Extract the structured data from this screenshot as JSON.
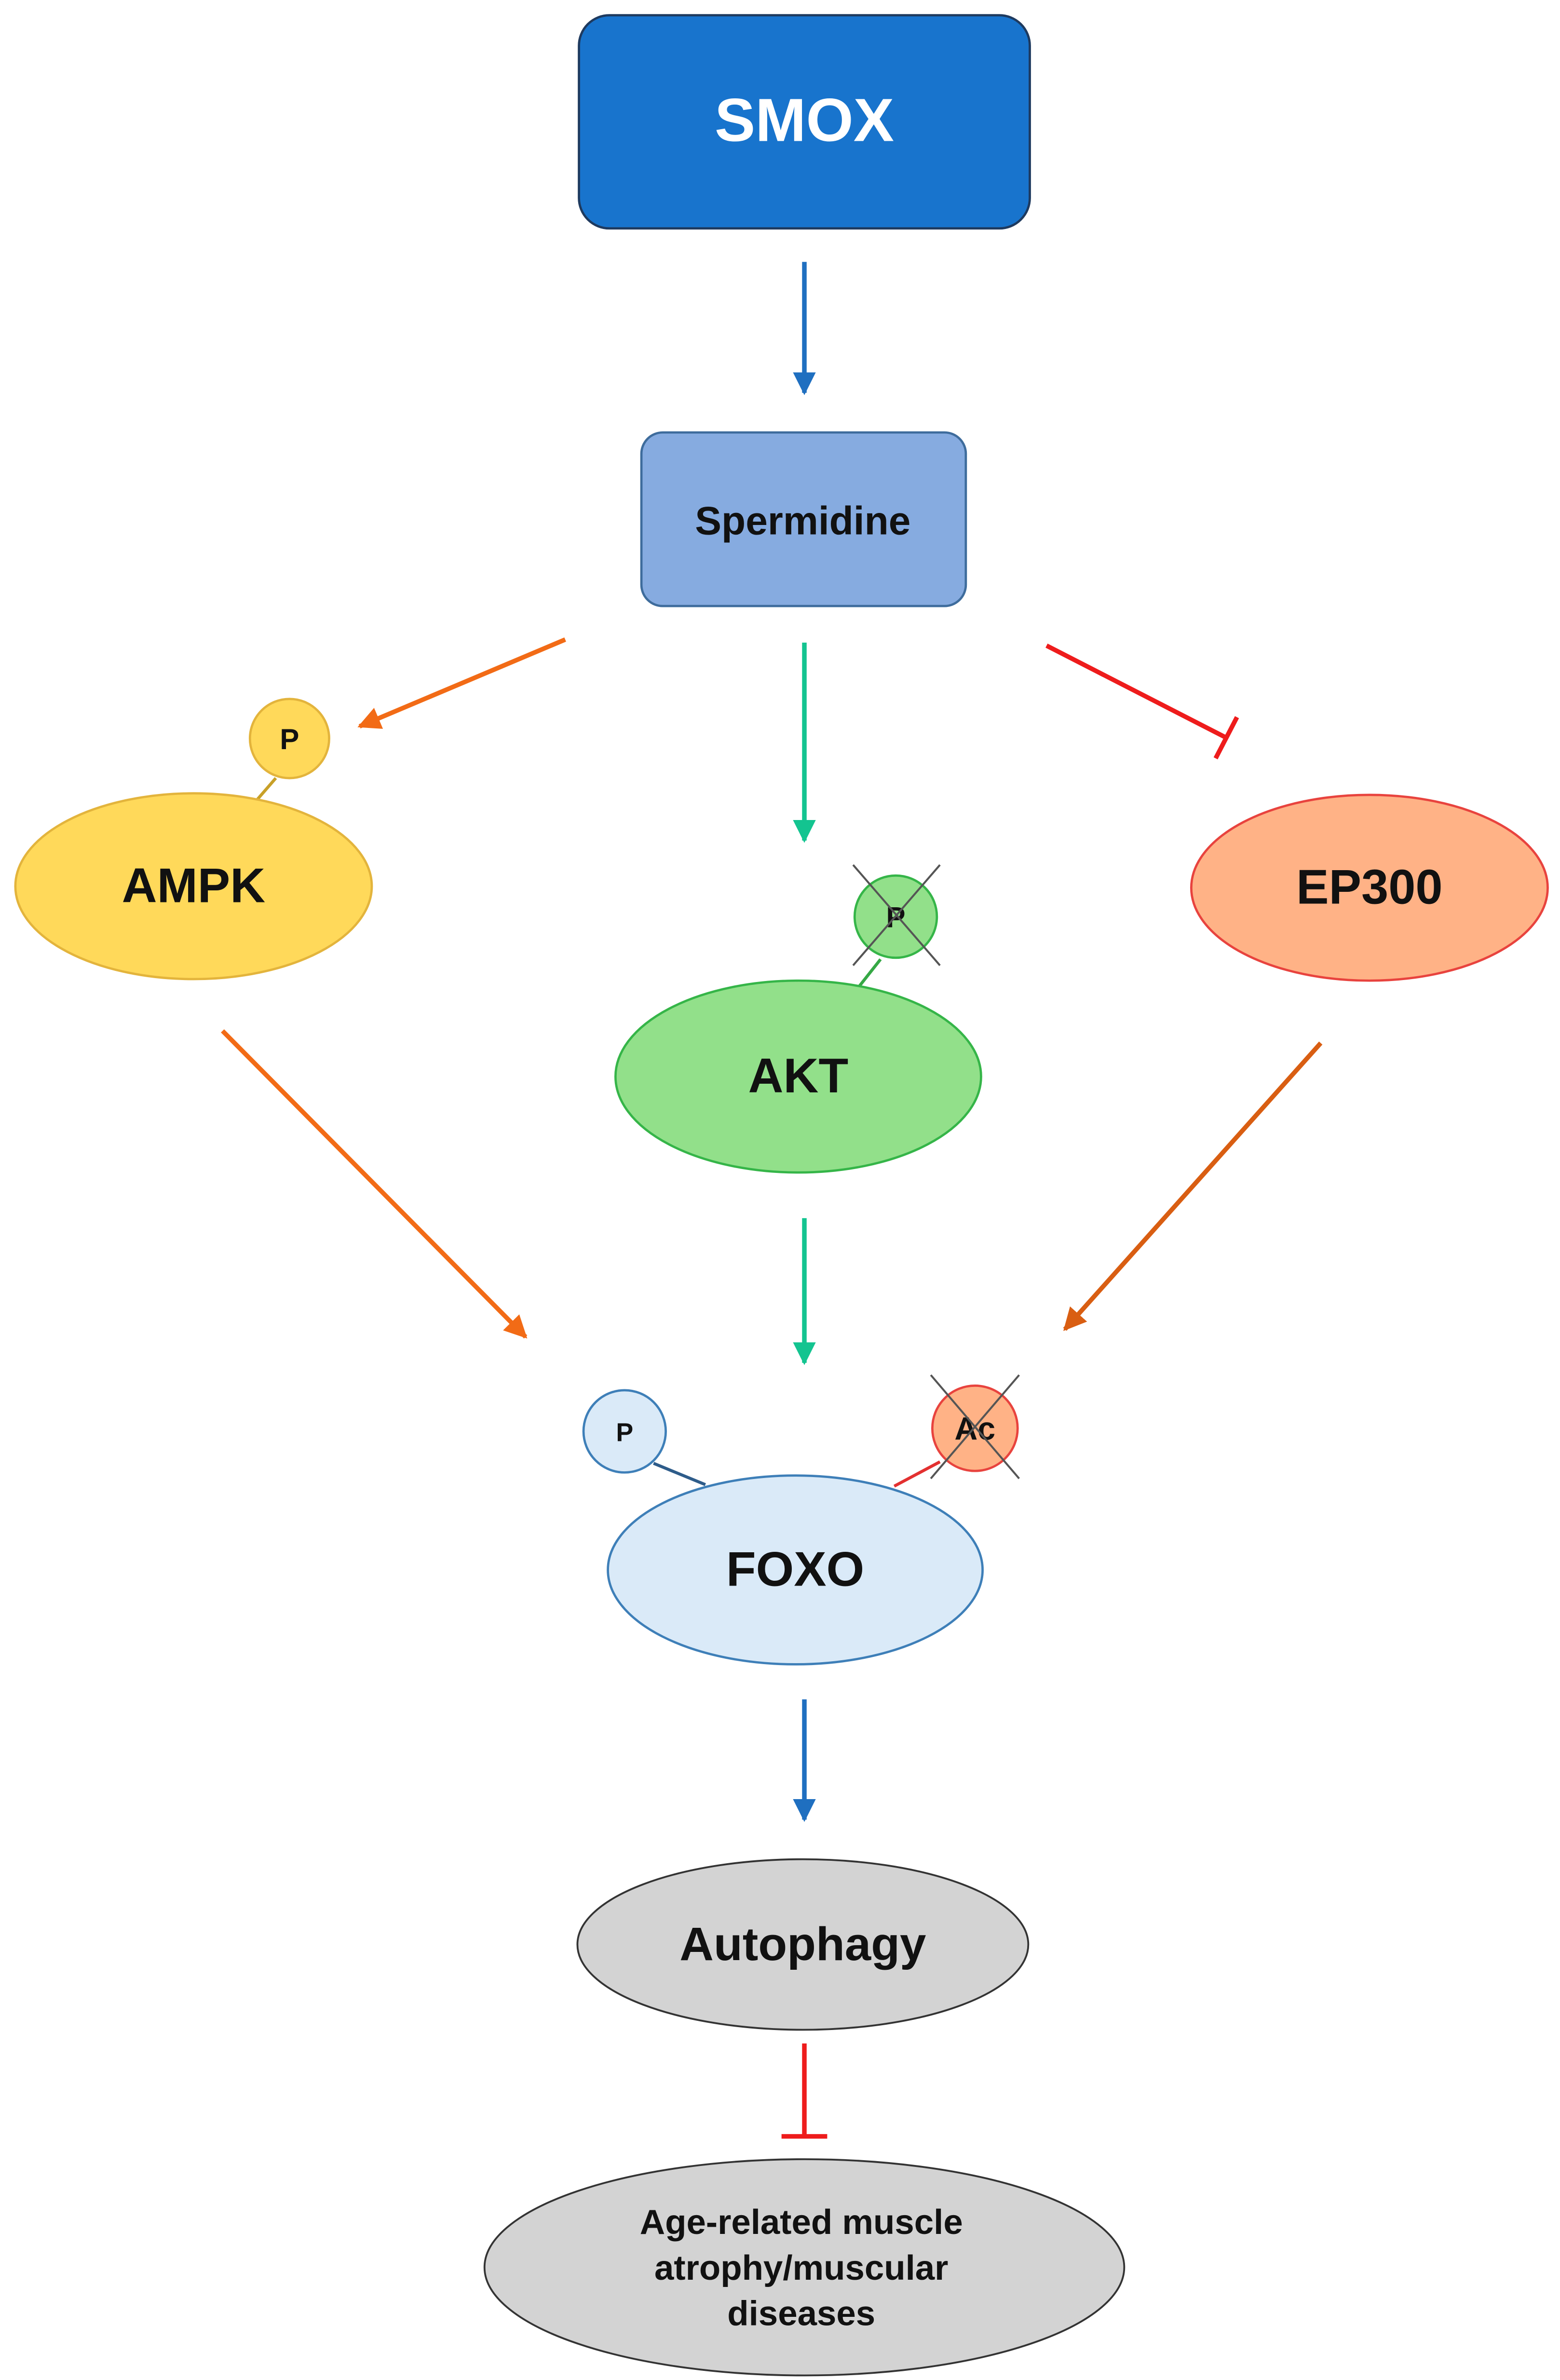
{
  "nodes": {
    "smox": {
      "label": "SMOX"
    },
    "spermidine": {
      "label": "Spermidine"
    },
    "ampk": {
      "label": "AMPK"
    },
    "akt": {
      "label": "AKT"
    },
    "ep300": {
      "label": "EP300"
    },
    "foxo": {
      "label": "FOXO"
    },
    "autophagy": {
      "label": "Autophagy"
    },
    "disease": {
      "line1": "Age-related muscle",
      "line2": "atrophy/muscular",
      "line3": "diseases"
    }
  },
  "modifications": {
    "ampk_p": {
      "label": "P"
    },
    "akt_p": {
      "label": "P"
    },
    "foxo_p": {
      "label": "P"
    },
    "foxo_ac": {
      "label": "Ac"
    }
  },
  "colors": {
    "smox_fill": "#1874CD",
    "spermidine_fill": "#86ABE0",
    "ampk_fill": "#FFD95A",
    "akt_fill": "#92E08A",
    "ep300_fill": "#FFB286",
    "foxo_fill": "#DAEAF8",
    "grey_fill": "#D3D3D3",
    "blue_arrow": "#1F6FC0",
    "orange_arrow": "#F26B16",
    "teal_arrow": "#13C490",
    "red_inhibit": "#EE1C1C",
    "dark_orange_arrow": "#D95E12"
  }
}
